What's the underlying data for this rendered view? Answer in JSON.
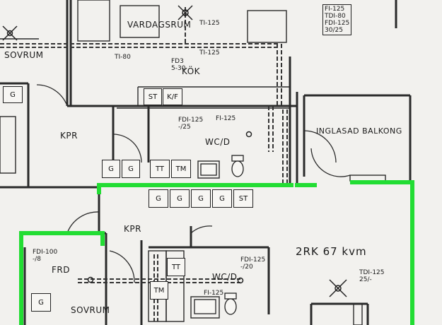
{
  "rooms": {
    "vardagsrum": "VARDAGSRUM",
    "sovrum_top": "SOVRUM",
    "kok": "KÖK",
    "kpr_upper": "KPR",
    "wcd_upper": "WC/D",
    "inglasad_balkong": "INGLASAD BALKONG",
    "kpr_lower": "KPR",
    "frd": "FRD",
    "wcd_lower": "WC/D",
    "sovrum_bottom": "SOVRUM",
    "apartment": "2RK  67 kvm"
  },
  "tags": {
    "ti125_top": "TI-125",
    "ti125_mid": "TI-125",
    "ti80": "TI-80",
    "fd3": "FD3\n5-30",
    "fdi125_upper": "FDI-125\n-/25",
    "fi125_upper": "FI-125",
    "schedule_box": "FI-125\nTDI-80\nFDI-125\n30/25",
    "fdi100": "FDI-100\n-/8",
    "fdi125_lower": "FDI-125\n-/20",
    "fi125_lower": "FI-125",
    "tdi125": "TDI-125\n25/-"
  },
  "fixtures": {
    "st_kitchen": "ST",
    "kf": "K/F",
    "g_top_left": "G",
    "g_hall_1": "G",
    "g_hall_2": "G",
    "tt_upper": "TT",
    "tm_upper": "TM",
    "g_row_1": "G",
    "g_row_2": "G",
    "g_row_3": "G",
    "g_row_4": "G",
    "st_row": "ST",
    "tt_lower": "TT",
    "tm_lower": "TM",
    "g_bottom_left": "G"
  },
  "colors": {
    "wall": "#2a2a2a",
    "duct": "#333333",
    "highlight_green": "#22dd33",
    "paper": "#f2f1ee"
  }
}
